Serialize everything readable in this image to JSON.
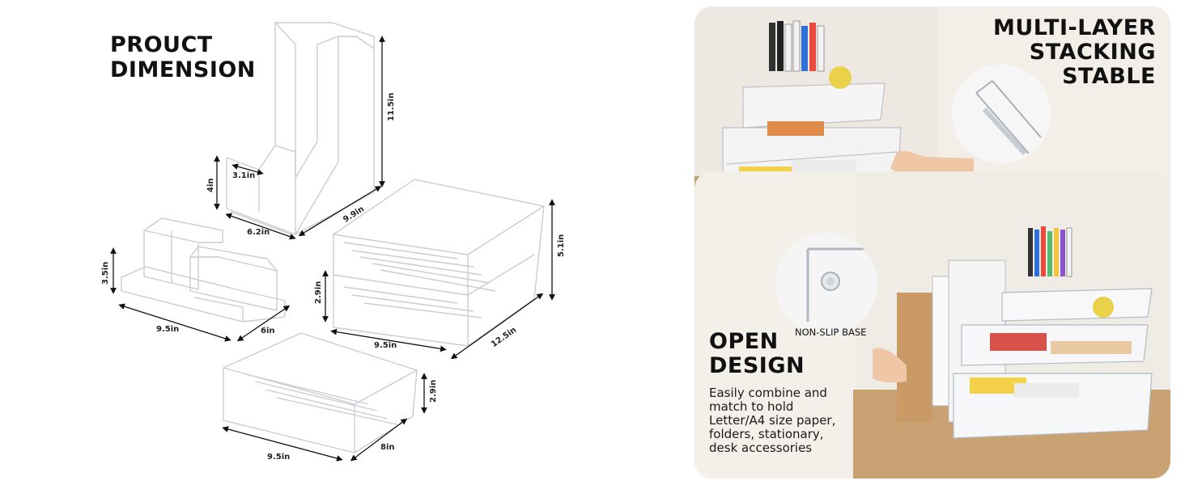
{
  "left_section": {
    "title_line1": "PROUCT",
    "title_line2": "DIMENSION",
    "dimensions": {
      "magazine_height": "11.5in",
      "magazine_front_height": "4in",
      "magazine_slot": "3.1in",
      "magazine_width": "6.2in",
      "magazine_depth": "9.9in",
      "caddy_height": "3.5in",
      "caddy_width": "9.5in",
      "caddy_depth": "6in",
      "stack_total_height": "5.1in",
      "stack_layer_height": "2.9in",
      "stack_width": "9.5in",
      "stack_depth": "12.5in",
      "tray_height": "2.9in",
      "tray_width": "9.5in",
      "tray_depth": "8in"
    }
  },
  "top_panel": {
    "heading_line1": "MULTI-LAYER",
    "heading_line2": "STACKING",
    "heading_line3": "STABLE"
  },
  "bottom_panel": {
    "badge": "NON-SLIP BASE",
    "heading_line1": "OPEN",
    "heading_line2": "DESIGN",
    "body_line1": "Easily combine and",
    "body_line2": "match to hold",
    "body_line3": "Letter/A4 size paper,",
    "body_line4": "folders, stationary,",
    "body_line5": "desk accessories"
  }
}
